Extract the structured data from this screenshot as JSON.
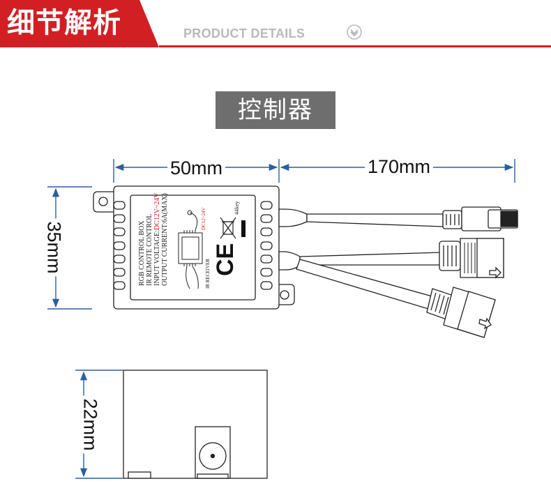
{
  "header": {
    "title": "细节解析",
    "subtitle": "PRODUCT DETAILS",
    "chevron_icon": "chevron-down-circle",
    "accent_color": "#d21f24",
    "subtitle_color": "#b9b9b9"
  },
  "section_title": "控制器",
  "dimensions": {
    "width": "50mm",
    "cable_length": "170mm",
    "height": "35mm",
    "depth": "22mm"
  },
  "label": {
    "line1": "RGB CONTROL BOX",
    "line2": "IR REMOTE CONTROL",
    "line3_prefix": "INPUT VOLTAGE:",
    "line3_value": "DC12V~24V",
    "line4": "OUTPUT CURRENT:6A(MAX)",
    "keys": "44key",
    "pcb_voltage": "DC12~24V",
    "ir_receiver": "IR RECEIVER",
    "ce_mark": "CE",
    "weee_icon": "crossed-bin-icon"
  }
}
